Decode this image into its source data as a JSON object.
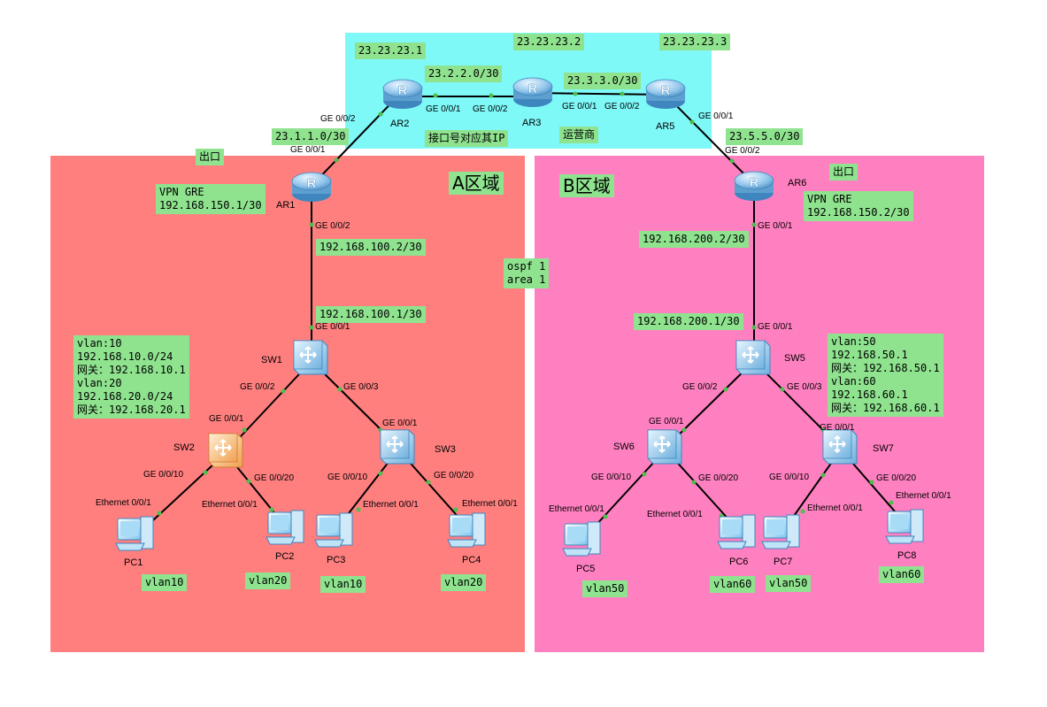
{
  "colors": {
    "isp_zone": "#7ff8f8",
    "zone_a": "#ff7f7f",
    "zone_b": "#ff80c0",
    "label_bg": "#8fe38f",
    "link": "#000000",
    "port_dot": "#4cbf4c"
  },
  "zones": {
    "zone_a_title": "A区域",
    "zone_b_title": "B区域"
  },
  "devices": {
    "ar1": "AR1",
    "ar2": "AR2",
    "ar3": "AR3",
    "ar5": "AR5",
    "ar6": "AR6",
    "sw1": "SW1",
    "sw2": "SW2",
    "sw3": "SW3",
    "sw5": "SW5",
    "sw6": "SW6",
    "sw7": "SW7",
    "pc1": "PC1",
    "pc2": "PC2",
    "pc3": "PC3",
    "pc4": "PC4",
    "pc5": "PC5",
    "pc6": "PC6",
    "pc7": "PC7",
    "pc8": "PC8"
  },
  "device_icons": {
    "router": "router-icon",
    "switch": "switch-icon",
    "pc": "pc-icon"
  },
  "ports": {
    "ar2_ge002": "GE 0/0/2",
    "ar2_ge001": "GE 0/0/1",
    "ar3_ge002": "GE 0/0/2",
    "ar3_ge001": "GE 0/0/1",
    "ar5_ge002": "GE 0/0/2",
    "ar5_ge001": "GE 0/0/1",
    "ar1_ge001": "GE 0/0/1",
    "ar1_ge002": "GE 0/0/2",
    "ar6_ge002": "GE 0/0/2",
    "ar6_ge001": "GE 0/0/1",
    "sw1_ge001": "GE 0/0/1",
    "sw1_ge002": "GE 0/0/2",
    "sw1_ge003": "GE 0/0/3",
    "sw2_ge001": "GE 0/0/1",
    "sw2_ge0010": "GE 0/0/10",
    "sw2_ge0020": "GE 0/0/20",
    "sw3_ge001": "GE 0/0/1",
    "sw3_ge0010": "GE 0/0/10",
    "sw3_ge0020": "GE 0/0/20",
    "sw5_ge001": "GE 0/0/1",
    "sw5_ge002": "GE 0/0/2",
    "sw5_ge003": "GE 0/0/3",
    "sw6_ge001": "GE 0/0/1",
    "sw6_ge0010": "GE 0/0/10",
    "sw6_ge0020": "GE 0/0/20",
    "sw7_ge001": "GE 0/0/1",
    "sw7_ge0010": "GE 0/0/10",
    "sw7_ge0020": "GE 0/0/20",
    "pc1_eth": "Ethernet 0/0/1",
    "pc2_eth": "Ethernet 0/0/1",
    "pc3_eth": "Ethernet 0/0/1",
    "pc4_eth": "Ethernet 0/0/1",
    "pc5_eth": "Ethernet 0/0/1",
    "pc6_eth": "Ethernet 0/0/1",
    "pc7_eth": "Ethernet 0/0/1",
    "pc8_eth": "Ethernet 0/0/1"
  },
  "labels": {
    "ip_ar2": "23.23.23.1",
    "ip_ar3": "23.23.23.2",
    "ip_ar5": "23.23.23.3",
    "net_ar2_ar3": "23.2.2.0/30",
    "net_ar3_ar5": "23.3.3.0/30",
    "net_ar1_ar2": "23.1.1.0/30",
    "net_ar5_ar6": "23.5.5.0/30",
    "isp_note": "接口号对应其IP",
    "isp_name": "运营商",
    "exit_a": "出口",
    "exit_b": "出口",
    "vpn_a": "VPN GRE\n192.168.150.1/30",
    "vpn_b": "VPN GRE\n192.168.150.2/30",
    "ar1_down_ip": "192.168.100.2/30",
    "sw1_up_ip": "192.168.100.1/30",
    "ar6_down_ip": "192.168.200.2/30",
    "sw5_up_ip": "192.168.200.1/30",
    "ospf": "ospf 1\narea 1",
    "vlan_a": "vlan:10\n192.168.10.0/24\n网关：192.168.10.1\nvlan:20\n192.168.20.0/24\n网关：192.168.20.1",
    "vlan_b": "vlan:50\n192.168.50.1\n网关：192.168.50.1\nvlan:60\n192.168.60.1\n网关：192.168.60.1",
    "pc1_vlan": "vlan10",
    "pc2_vlan": "vlan20",
    "pc3_vlan": "vlan10",
    "pc4_vlan": "vlan20",
    "pc5_vlan": "vlan50",
    "pc6_vlan": "vlan60",
    "pc7_vlan": "vlan50",
    "pc8_vlan": "vlan60"
  }
}
